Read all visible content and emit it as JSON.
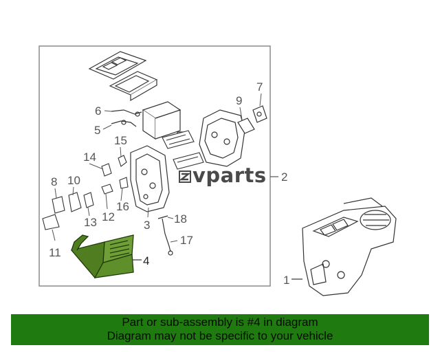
{
  "diagram": {
    "callouts": {
      "c1": "1",
      "c2": "2",
      "c3": "3",
      "c4": "4",
      "c5": "5",
      "c6": "6",
      "c7": "7",
      "c8": "8",
      "c9": "9",
      "c10": "10",
      "c11": "11",
      "c12": "12",
      "c13": "13",
      "c14": "14",
      "c15": "15",
      "c16": "16",
      "c17": "17",
      "c18": "18"
    },
    "highlight_color": "#4f7d1f"
  },
  "watermark": {
    "text": "vparts"
  },
  "banner": {
    "line1": "Part or sub-assembly is #4 in diagram",
    "line2": "Diagram may not be specific to your vehicle",
    "background": "#1f7a0f"
  }
}
